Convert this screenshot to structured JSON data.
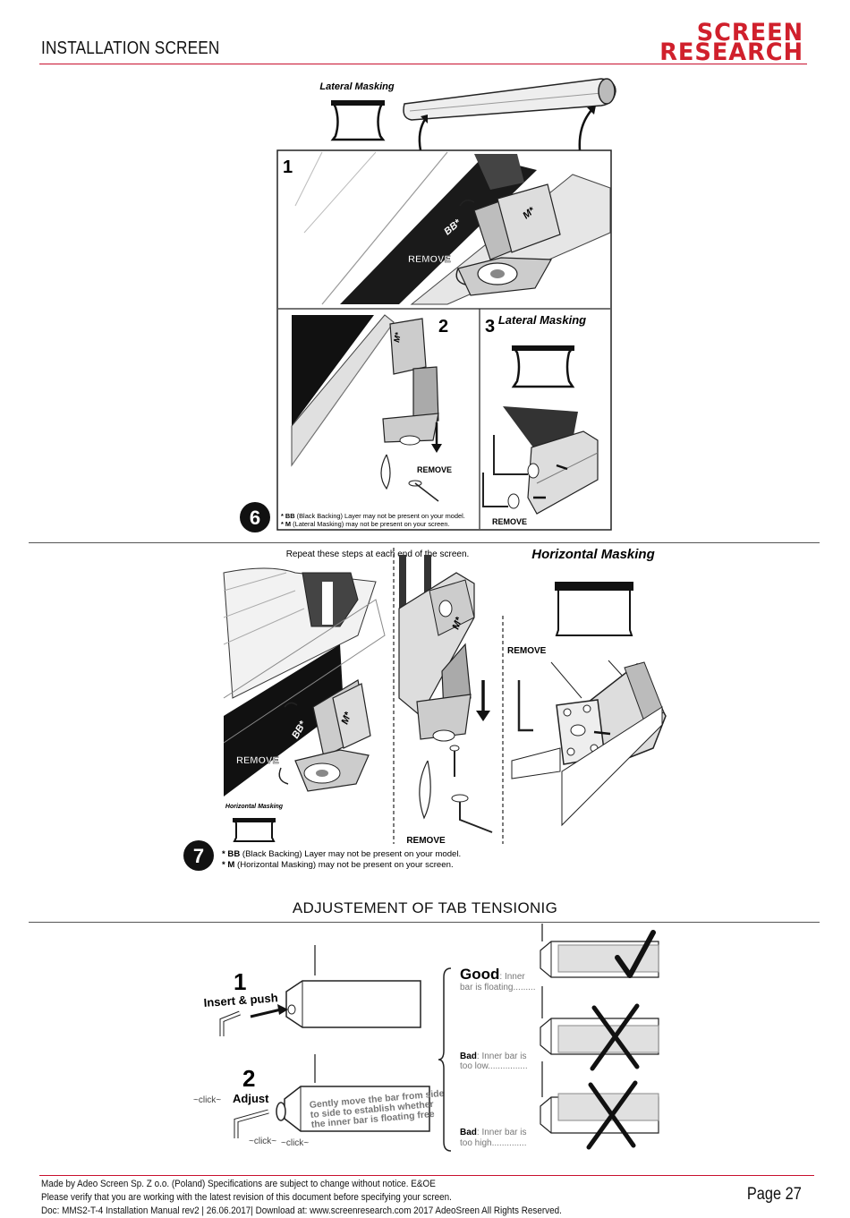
{
  "header": {
    "title": "INSTALLATION SCREEN",
    "logo_line1": "SCREEN",
    "logo_line2": "RESEARCH"
  },
  "step6": {
    "number": "6",
    "top_label": "Lateral Masking",
    "panel1": {
      "number": "1",
      "remove": "REMOVE",
      "bb": "BB*",
      "m": "M*"
    },
    "panel2": {
      "number": "2",
      "remove": "REMOVE",
      "m": "M*"
    },
    "panel3": {
      "number": "3",
      "title": "Lateral Masking",
      "remove": "REMOVE"
    },
    "note_bb_key": "* BB",
    "note_bb": " (Black Backing) Layer may not be present on your model.",
    "note_m_key": "* M",
    "note_m": " (Lateral Masking) may not be present on your screen."
  },
  "step7": {
    "number": "7",
    "repeat": "Repeat these steps at each end of the screen.",
    "masking_title": "Horizontal Masking",
    "small_masking": "Horizontal Masking",
    "remove_left": "REMOVE",
    "remove_bottom": "REMOVE",
    "remove_right": "REMOVE",
    "bb": "BB*",
    "m_left": "M*",
    "m_mid": "M*",
    "note_bb_key": "* BB",
    "note_bb": " (Black Backing) Layer may not be present on your model.",
    "note_m_key": "* M",
    "note_m": " (Horizontal Masking) may not be present on your screen."
  },
  "section": {
    "title": "ADJUSTEMENT OF TAB TENSIONIG"
  },
  "tension": {
    "step1_number": "1",
    "step1_label": "Insert & push",
    "step2_number": "2",
    "step2_label": "Adjust",
    "click": "click",
    "gently_line1": "Gently move the bar from side",
    "gently_line2": "to side to establish whether",
    "gently_line3": "the inner bar is floating free",
    "good_title": "Good",
    "good_suffix": ": Inner",
    "good_line2": "bar is floating",
    "bad1_title": "Bad",
    "bad1_suffix": ": Inner bar is",
    "bad1_line2": "too low",
    "bad2_title": "Bad",
    "bad2_suffix": ": Inner bar is",
    "bad2_line2": "too high"
  },
  "footer": {
    "line1": "Made by Adeo Screen Sp. Z o.o. (Poland) Specifications are subject to change without notice. E&OE",
    "line2": "Please verify that you are working with the latest revision of this document before specifying your screen.",
    "line3": "Doc: MMS2-T-4  Installation Manual rev2 | 26.06.2017| Download at: www.screenresearch.com 2017 AdeoSreen All Rights Reserved.",
    "page": "Page 27"
  }
}
